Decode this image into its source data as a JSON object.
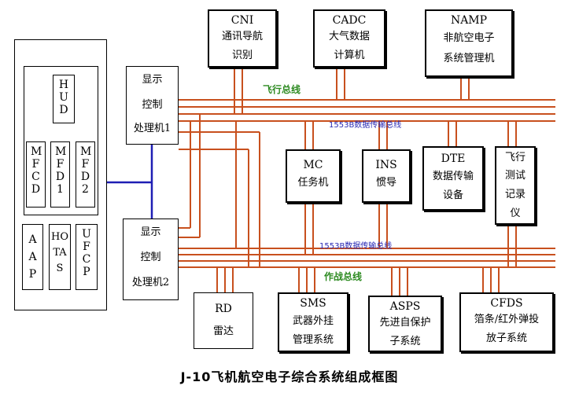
{
  "cockpit": {
    "hud": "HUD",
    "mfcd": "MFCD",
    "mfd1": "MFD1",
    "mfd2": "MFD2",
    "aap": "AAP",
    "hotas": "HOTAS",
    "ufcp": "UFCP"
  },
  "processors": {
    "dp1": [
      "显示",
      "控制",
      "处理机1"
    ],
    "dp2": [
      "显示",
      "控制",
      "处理机2"
    ]
  },
  "top_devices": {
    "cni": [
      "CNI",
      "通讯导航",
      "识别"
    ],
    "cadc": [
      "CADC",
      "大气数据",
      "计算机"
    ],
    "namp": [
      "NAMP",
      "非航空电子",
      "系统管理机"
    ]
  },
  "mid_devices": {
    "mc": [
      "MC",
      "任务机"
    ],
    "ins": [
      "INS",
      "惯导"
    ],
    "dte": [
      "DTE",
      "数据传输",
      "设备"
    ],
    "ftr": [
      "飞行",
      "测试",
      "记录",
      "仪"
    ]
  },
  "bottom_devices": {
    "rd": [
      "RD",
      "雷达"
    ],
    "sms": [
      "SMS",
      "武器外挂",
      "管理系统"
    ],
    "asps": [
      "ASPS",
      "先进自保护",
      "子系统"
    ],
    "cfds": [
      "CFDS",
      "箔条/红外弹投",
      "放子系统"
    ]
  },
  "buses": {
    "flight": "飞行总线",
    "data_upper": "1553B数据传输总线",
    "data_lower": "1553B数据传输总线",
    "combat": "作战总线"
  },
  "colors": {
    "bus": "#c8501e",
    "blue_link": "#1e1eb4",
    "flight_label": "#2e8b22",
    "data_label": "#2828b4"
  },
  "caption": "J-10飞机航空电子综合系统组成框图"
}
